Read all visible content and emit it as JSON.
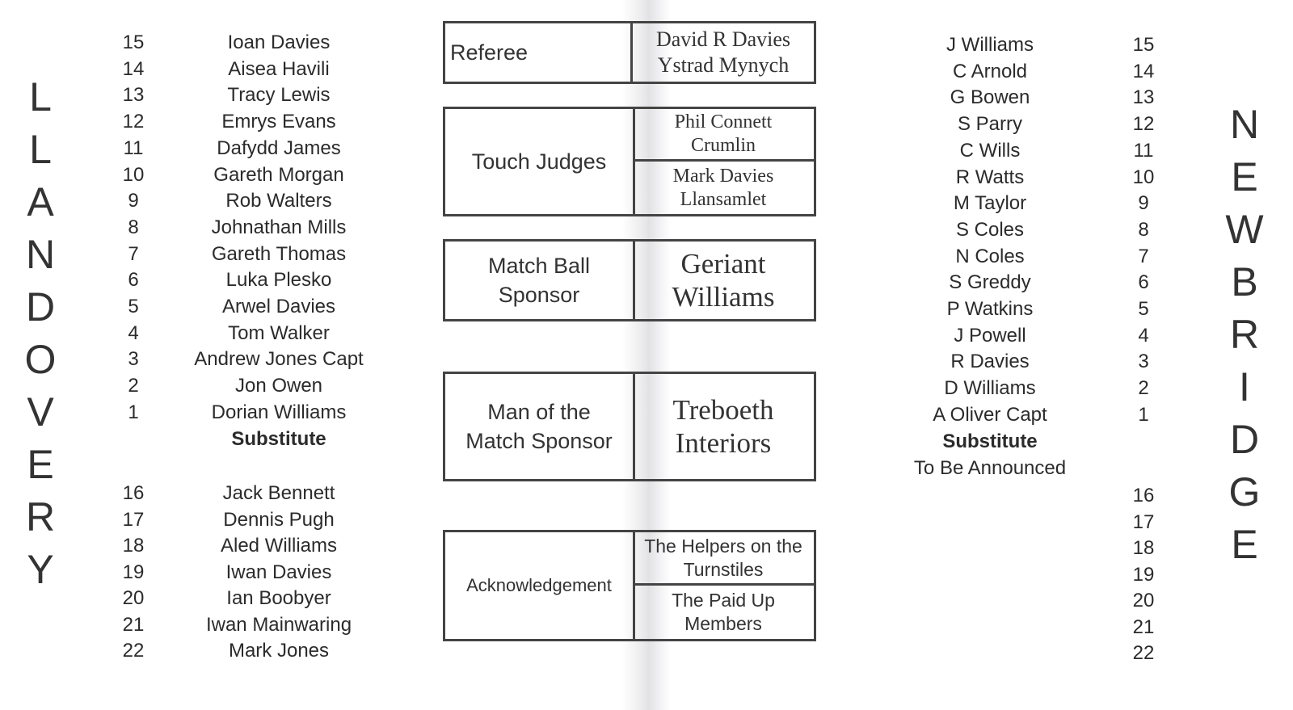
{
  "home_team": {
    "letters": [
      "L",
      "L",
      "A",
      "N",
      "D",
      "O",
      "V",
      "E",
      "R",
      "Y"
    ],
    "players": [
      {
        "num": "15",
        "name": "Ioan Davies"
      },
      {
        "num": "14",
        "name": "Aisea Havili"
      },
      {
        "num": "13",
        "name": "Tracy Lewis"
      },
      {
        "num": "12",
        "name": "Emrys Evans"
      },
      {
        "num": "11",
        "name": "Dafydd James"
      },
      {
        "num": "10",
        "name": "Gareth Morgan"
      },
      {
        "num": "9",
        "name": "Rob Walters"
      },
      {
        "num": "8",
        "name": "Johnathan Mills"
      },
      {
        "num": "7",
        "name": "Gareth Thomas"
      },
      {
        "num": "6",
        "name": "Luka Plesko"
      },
      {
        "num": "5",
        "name": "Arwel Davies"
      },
      {
        "num": "4",
        "name": "Tom Walker"
      },
      {
        "num": "3",
        "name": "Andrew Jones Capt"
      },
      {
        "num": "2",
        "name": "Jon Owen"
      },
      {
        "num": "1",
        "name": "Dorian Williams"
      }
    ],
    "substitute_heading": "Substitute",
    "substitutes": [
      {
        "num": "16",
        "name": "Jack Bennett"
      },
      {
        "num": "17",
        "name": "Dennis Pugh"
      },
      {
        "num": "18",
        "name": "Aled Williams"
      },
      {
        "num": "19",
        "name": "Iwan Davies"
      },
      {
        "num": "20",
        "name": "Ian Boobyer"
      },
      {
        "num": "21",
        "name": "Iwan Mainwaring"
      },
      {
        "num": "22",
        "name": "Mark Jones"
      }
    ]
  },
  "away_team": {
    "letters": [
      "N",
      "E",
      "W",
      "B",
      "R",
      "I",
      "D",
      "G",
      "E"
    ],
    "players": [
      {
        "num": "15",
        "name": "J Williams"
      },
      {
        "num": "14",
        "name": "C Arnold"
      },
      {
        "num": "13",
        "name": "G Bowen"
      },
      {
        "num": "12",
        "name": "S Parry"
      },
      {
        "num": "11",
        "name": "C Wills"
      },
      {
        "num": "10",
        "name": "R Watts"
      },
      {
        "num": "9",
        "name": "M Taylor"
      },
      {
        "num": "8",
        "name": "S Coles"
      },
      {
        "num": "7",
        "name": "N Coles"
      },
      {
        "num": "6",
        "name": "S Greddy"
      },
      {
        "num": "5",
        "name": "P Watkins"
      },
      {
        "num": "4",
        "name": "J Powell"
      },
      {
        "num": "3",
        "name": "R Davies"
      },
      {
        "num": "2",
        "name": "D Williams"
      },
      {
        "num": "1",
        "name": "A Oliver Capt"
      }
    ],
    "substitute_heading": "Substitute",
    "substitute_note": "To Be Announced",
    "substitute_numbers": [
      "16",
      "17",
      "18",
      "19",
      "20",
      "21",
      "22"
    ]
  },
  "officials": {
    "referee": {
      "label": "Referee",
      "line1": "David R Davies",
      "line2": "Ystrad Mynych"
    },
    "touch_judges": {
      "label": "Touch Judges",
      "judge1_line1": "Phil Connett",
      "judge1_line2": "Crumlin",
      "judge2_line1": "Mark Davies",
      "judge2_line2": "Llansamlet"
    },
    "match_ball": {
      "label_line1": "Match Ball",
      "label_line2": "Sponsor",
      "line1": "Geriant",
      "line2": "Williams"
    },
    "man_of_match": {
      "label_line1": "Man of the",
      "label_line2": "Match Sponsor",
      "line1": "Treboeth",
      "line2": "Interiors"
    },
    "acknowledgement": {
      "label": "Acknowledgement",
      "item1_line1": "The Helpers on the",
      "item1_line2": "Turnstiles",
      "item2_line1": "The Paid Up",
      "item2_line2": "Members"
    }
  }
}
